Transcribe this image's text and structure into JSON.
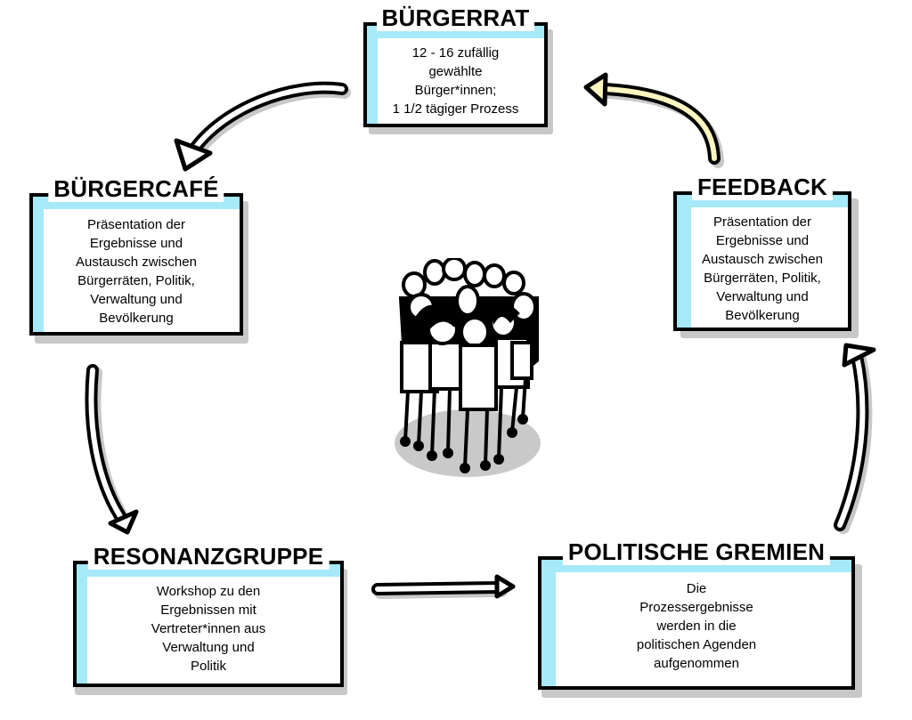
{
  "diagram": {
    "type": "cycle",
    "nodes": [
      {
        "id": "buergerrat",
        "title": "BÜRGERRAT",
        "lines": [
          "12 - 16 zufällig",
          "gewählte",
          "Bürger*innen;",
          "1 1/2 tägiger Prozess"
        ]
      },
      {
        "id": "buergercafe",
        "title": "BÜRGERCAFÉ",
        "lines": [
          "Präsentation der",
          "Ergebnisse und",
          "Austausch zwischen",
          "Bürgerräten, Politik,",
          "Verwaltung und",
          "Bevölkerung"
        ]
      },
      {
        "id": "resonanzgruppe",
        "title": "RESONANZGRUPPE",
        "lines": [
          "Workshop zu den",
          "Ergebnissen mit",
          "Vertreter*innen aus",
          "Verwaltung und",
          "Politik"
        ]
      },
      {
        "id": "politische-gremien",
        "title": "POLITISCHE GREMIEN",
        "lines": [
          "Die",
          "Prozessergebnisse",
          "werden in die",
          "politischen Agenden",
          "aufgenommen"
        ]
      },
      {
        "id": "feedback",
        "title": "FEEDBACK",
        "lines": [
          "Präsentation der",
          "Ergebnisse und",
          "Austausch zwischen",
          "Bürgerräten, Politik,",
          "Verwaltung und",
          "Bevölkerung"
        ]
      }
    ],
    "edges": [
      {
        "from": "buergerrat",
        "to": "buergercafe",
        "fill": "#ffffff"
      },
      {
        "from": "buergercafe",
        "to": "resonanzgruppe",
        "fill": "#ffffff"
      },
      {
        "from": "resonanzgruppe",
        "to": "politische-gremien",
        "fill": "#ffffff"
      },
      {
        "from": "politische-gremien",
        "to": "feedback",
        "fill": "#ffffff"
      },
      {
        "from": "feedback",
        "to": "buergerrat",
        "fill": "#fbf5c0"
      }
    ],
    "center_illustration": "group-of-people",
    "colors": {
      "box_accent": "#a6e9f8",
      "outline": "#000000",
      "shadow": "#c8c8c8",
      "highlight_arrow": "#fbf5c0"
    }
  }
}
